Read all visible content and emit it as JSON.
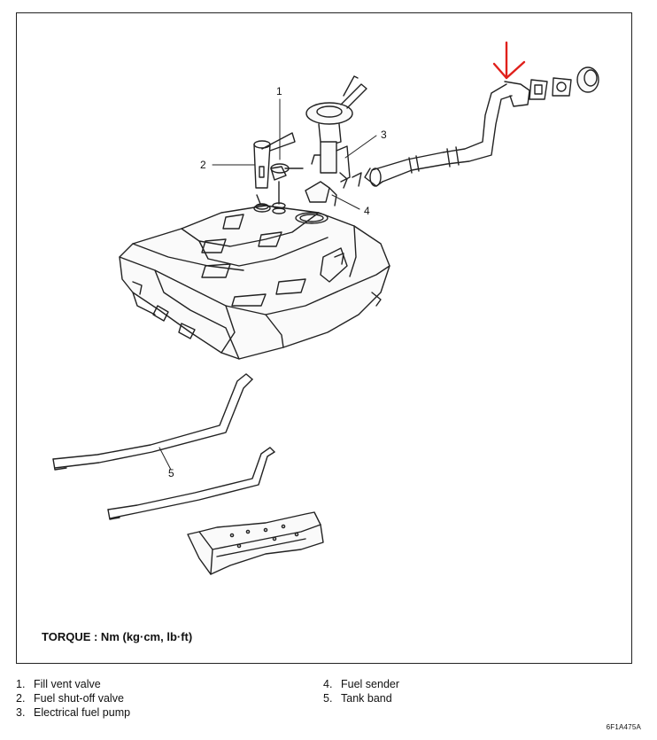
{
  "callouts": {
    "c1": "1",
    "c2": "2",
    "c3": "3",
    "c4": "4",
    "c5": "5"
  },
  "torque_label": "TORQUE : Nm (kg·cm, lb·ft)",
  "legend_left": [
    {
      "num": "1.",
      "label": "Fill vent valve"
    },
    {
      "num": "2.",
      "label": "Fuel shut-off valve"
    },
    {
      "num": "3.",
      "label": "Electrical fuel pump"
    }
  ],
  "legend_right": [
    {
      "num": "4.",
      "label": "Fuel sender"
    },
    {
      "num": "5.",
      "label": "Tank band"
    }
  ],
  "figure_code": "6F1A475A",
  "colors": {
    "line": "#222222",
    "annotation_arrow": "#e0201b",
    "background": "#ffffff"
  }
}
